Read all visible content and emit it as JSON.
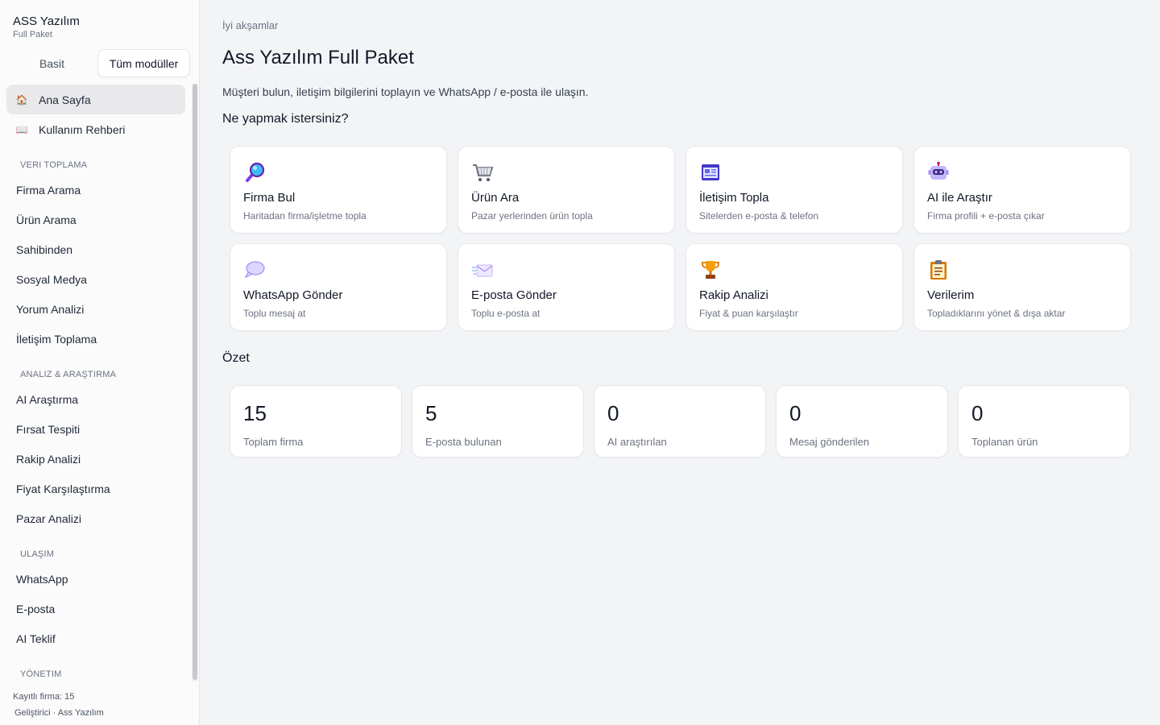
{
  "sidebar": {
    "brand_title": "ASS Yazılım",
    "brand_sub": "Full Paket",
    "modes": [
      "Basit",
      "Tüm modüller"
    ],
    "top_items": [
      {
        "label": "Ana Sayfa",
        "icon": "home-icon"
      },
      {
        "label": "Kullanım Rehberi",
        "icon": "book-icon"
      }
    ],
    "section_veri": "VERI TOPLAMA",
    "veri_items": [
      "Firma Arama",
      "Ürün Arama",
      "Sahibinden",
      "Sosyal Medya",
      "Yorum Analizi",
      "İletişim Toplama"
    ],
    "section_analiz": "ANALIZ & ARAŞTIRMA",
    "analiz_items": [
      "AI Araştırma",
      "Fırsat Tespiti",
      "Rakip Analizi",
      "Fiyat Karşılaştırma",
      "Pazar Analizi"
    ],
    "section_ulasim": "ULAŞIM",
    "ulasim_items": [
      "WhatsApp",
      "E-posta",
      "AI Teklif"
    ],
    "section_yonetim": "YÖNETIM",
    "footer_count": "Kayıtlı firma: 15",
    "footer_dev": "Geliştirici · Ass Yazılım"
  },
  "main": {
    "greeting": "İyi akşamlar",
    "title": "Ass Yazılım Full Paket",
    "subtitle": "Müşteri bulun, iletişim bilgilerini toplayın ve WhatsApp / e-posta ile ulaşın.",
    "question": "Ne yapmak istersiniz?",
    "cards": [
      {
        "title": "Firma Bul",
        "desc": "Haritadan firma/işletme topla",
        "icon": "magnifier-icon"
      },
      {
        "title": "Ürün Ara",
        "desc": "Pazar yerlerinden ürün topla",
        "icon": "cart-icon"
      },
      {
        "title": "İletişim Topla",
        "desc": "Sitelerden e-posta & telefon",
        "icon": "newspaper-icon"
      },
      {
        "title": "AI ile Araştır",
        "desc": "Firma profili + e-posta çıkar",
        "icon": "robot-icon"
      },
      {
        "title": "WhatsApp Gönder",
        "desc": "Toplu mesaj at",
        "icon": "speech-bubble-icon"
      },
      {
        "title": "E-posta Gönder",
        "desc": "Toplu e-posta at",
        "icon": "envelope-icon"
      },
      {
        "title": "Rakip Analizi",
        "desc": "Fiyat & puan karşılaştır",
        "icon": "trophy-icon"
      },
      {
        "title": "Verilerim",
        "desc": "Topladıklarını yönet & dışa aktar",
        "icon": "clipboard-icon"
      }
    ],
    "summary_label": "Özet",
    "stats": [
      {
        "value": "15",
        "label": "Toplam firma"
      },
      {
        "value": "5",
        "label": "E-posta bulunan"
      },
      {
        "value": "0",
        "label": "AI araştırılan"
      },
      {
        "value": "0",
        "label": "Mesaj gönderilen"
      },
      {
        "value": "0",
        "label": "Toplanan ürün"
      }
    ]
  }
}
